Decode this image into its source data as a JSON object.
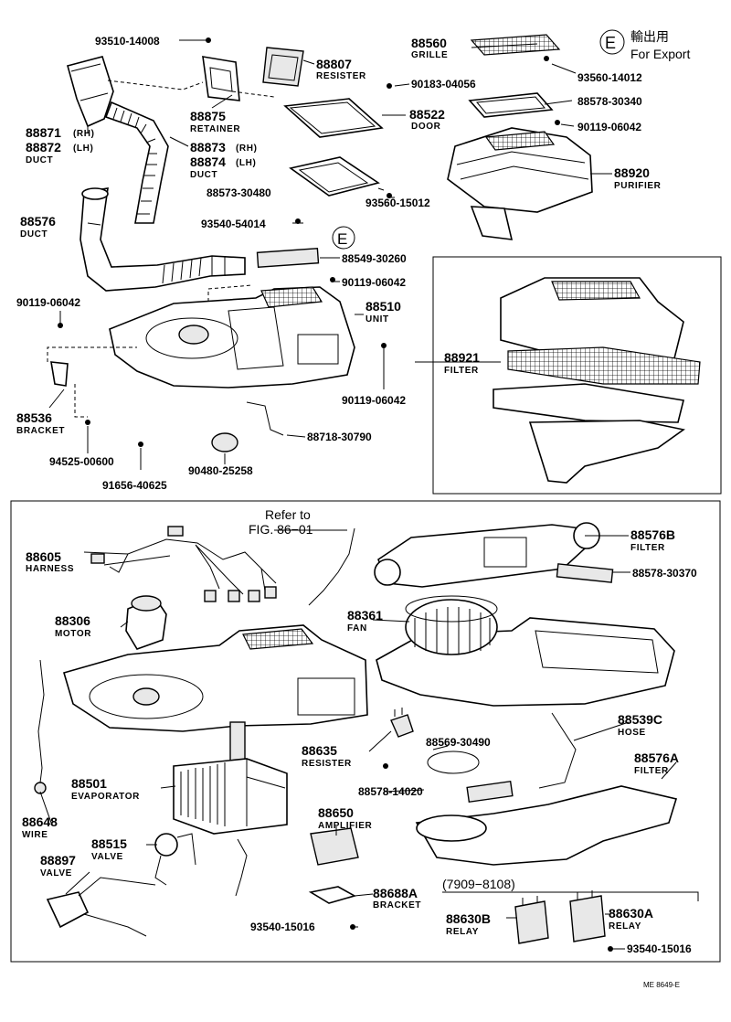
{
  "export_mark": {
    "letter": "E",
    "jp": "輸出用",
    "en": "For Export"
  },
  "inset_mark": "E",
  "refer": {
    "line1": "Refer to",
    "line2": "FIG. 86−01"
  },
  "range_note": "(7909−8108)",
  "doc_code": "ME 8649-E",
  "labels": {
    "p9351014008": "93510-14008",
    "p88807": "88807",
    "resister1": "RESISTER",
    "p88560": "88560",
    "grille": "GRILLE",
    "p9356014012": "93560-14012",
    "p9018304056": "90183-04056",
    "p8857830340": "88578-30340",
    "p88871": "88871",
    "rh1": "(RH)",
    "p88872": "88872",
    "lh1": "(LH)",
    "duct1": "DUCT",
    "p88875": "88875",
    "retainer": "RETAINER",
    "p88873": "88873",
    "rh2": "(RH)",
    "p88874": "88874",
    "lh2": "(LH)",
    "duct2": "DUCT",
    "p88522": "88522",
    "door": "DOOR",
    "p9011906042a": "90119-06042",
    "p88920": "88920",
    "purifier": "PURIFIER",
    "p8857330480": "88573-30480",
    "p9356015012": "93560-15012",
    "p88576": "88576",
    "duct3": "DUCT",
    "p9354054014": "93540-54014",
    "p8854930260": "88549-30260",
    "p9011906042b": "90119-06042",
    "p9011906042c": "90119-06042",
    "p88510": "88510",
    "unit": "UNIT",
    "p88921": "88921",
    "filter1": "FILTER",
    "p9011906042d": "90119-06042",
    "p88536": "88536",
    "bracket1": "BRACKET",
    "p8871830790": "88718-30790",
    "p9452500600": "94525-00600",
    "p9048025258": "90480-25258",
    "p9165640625": "91656-40625",
    "p88605": "88605",
    "harness": "HARNESS",
    "p88576B": "88576B",
    "filter2": "FILTER",
    "p8857830370": "88578-30370",
    "p88306": "88306",
    "motor": "MOTOR",
    "p88361": "88361",
    "fan": "FAN",
    "p88539C": "88539C",
    "hose": "HOSE",
    "p88635": "88635",
    "resister2": "RESISTER",
    "p8856930490": "88569-30490",
    "p88576A": "88576A",
    "filter3": "FILTER",
    "p88501": "88501",
    "evaporator": "EVAPORATOR",
    "p8857814020": "88578-14020",
    "p88648": "88648",
    "wire": "WIRE",
    "p88650": "88650",
    "amplifier": "AMPLIFIER",
    "p88515": "88515",
    "valve1": "VALVE",
    "p88897": "88897",
    "valve2": "VALVE",
    "p88688A": "88688A",
    "bracket2": "BRACKET",
    "p88630B": "88630B",
    "relay1": "RELAY",
    "p88630A": "88630A",
    "relay2": "RELAY",
    "p9354015016a": "93540-15016",
    "p9354015016b": "93540-15016"
  }
}
